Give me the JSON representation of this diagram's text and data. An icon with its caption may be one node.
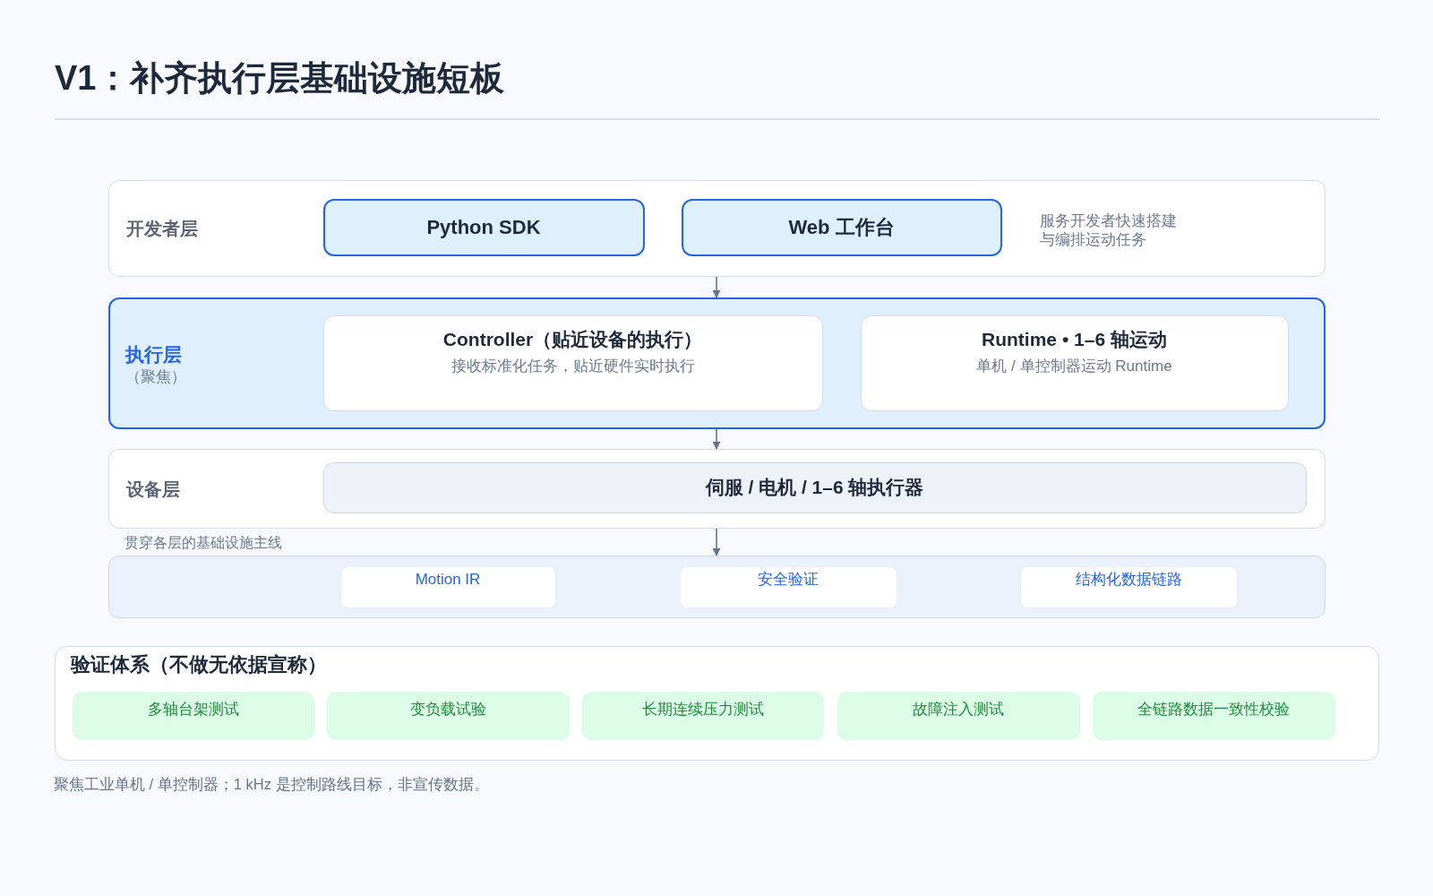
{
  "diagram": {
    "title": "V1：补齐执行层基础设施短板",
    "nodes": [
      {
        "text": [
          "开发者层",
          "服务开发者快速搭建与编排运动任务"
        ]
      },
      {
        "text": [
          "Python SDK"
        ],
        "in": 0
      },
      {
        "text": [
          "Web 工作台"
        ],
        "in": 0
      },
      {
        "text": [
          "执行层",
          "（聚焦）"
        ]
      },
      {
        "text": [
          "Controller（贴近设备的执行）",
          "接收标准化任务，贴近硬件实时执行"
        ],
        "in": 3
      },
      {
        "text": [
          "Runtime • 1–6 轴运动",
          "单机 / 单控制器运动 Runtime"
        ],
        "in": 3
      },
      {
        "text": [
          "设备层"
        ]
      },
      {
        "text": [
          "伺服 / 电机 / 1–6 轴执行器"
        ],
        "in": 6
      },
      {
        "text": [
          "贯穿各层的基础设施主线"
        ]
      },
      {
        "text": [
          "Motion IR"
        ],
        "in": 8
      },
      {
        "text": [
          "安全验证"
        ],
        "in": 8
      },
      {
        "text": [
          "结构化数据链路"
        ],
        "in": 8
      },
      {
        "text": [
          "验证体系（不做无依据宣称）"
        ]
      },
      {
        "text": [
          "多轴台架测试"
        ],
        "in": 12
      },
      {
        "text": [
          "变负载试验"
        ],
        "in": 12
      },
      {
        "text": [
          "长期连续压力测试"
        ],
        "in": 12
      },
      {
        "text": [
          "故障注入测试"
        ],
        "in": 12
      },
      {
        "text": [
          "全链路数据一致性校验"
        ],
        "in": 12
      }
    ],
    "edges": [
      {
        "from": 0,
        "to": 3,
        "arrow": "to"
      },
      {
        "from": 3,
        "to": 6,
        "arrow": "to"
      },
      {
        "from": 6,
        "to": 8,
        "arrow": "to"
      }
    ],
    "labels": [
      "聚焦工业单机 / 单控制器；1 kHz 是控制路线目标，非宣传数据。"
    ]
  }
}
